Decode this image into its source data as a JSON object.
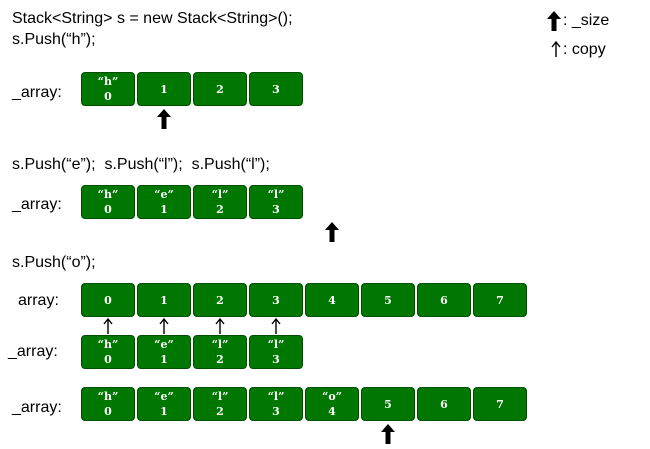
{
  "code": {
    "line1": "Stack<String> s = new Stack<String>();",
    "line2": "s.Push(“h”);",
    "line3": "s.Push(“e”);  s.Push(“l”);  s.Push(“l”);",
    "line4": "s.Push(“o”);"
  },
  "legend": {
    "size_label": ": _size",
    "copy_label": ": copy",
    "size_icon": "thick-up-arrow-icon",
    "copy_icon": "thin-up-arrow-icon"
  },
  "labels": {
    "array1": "_array:",
    "array2": "_array:",
    "new_array": "array:",
    "old_array": "_array:",
    "array3": "_array:"
  },
  "colors": {
    "cell_fill": "#007700",
    "cell_text": "#ffffff"
  },
  "arrays": {
    "state1": {
      "values": [
        "“h”",
        "",
        "",
        ""
      ],
      "indices": [
        "0",
        "1",
        "2",
        "3"
      ],
      "size": 1
    },
    "state2": {
      "values": [
        "“h”",
        "“e”",
        "“l”",
        "“l”"
      ],
      "indices": [
        "0",
        "1",
        "2",
        "3"
      ],
      "size": 4
    },
    "new_array": {
      "values": [
        "",
        "",
        "",
        "",
        "",
        "",
        "",
        ""
      ],
      "indices": [
        "0",
        "1",
        "2",
        "3",
        "4",
        "5",
        "6",
        "7"
      ]
    },
    "old_array": {
      "values": [
        "“h”",
        "“e”",
        "“l”",
        "“l”"
      ],
      "indices": [
        "0",
        "1",
        "2",
        "3"
      ],
      "copied": 4
    },
    "state3": {
      "values": [
        "“h”",
        "“e”",
        "“l”",
        "“l”",
        "“o”",
        "",
        "",
        ""
      ],
      "indices": [
        "0",
        "1",
        "2",
        "3",
        "4",
        "5",
        "6",
        "7"
      ],
      "size": 5
    }
  }
}
